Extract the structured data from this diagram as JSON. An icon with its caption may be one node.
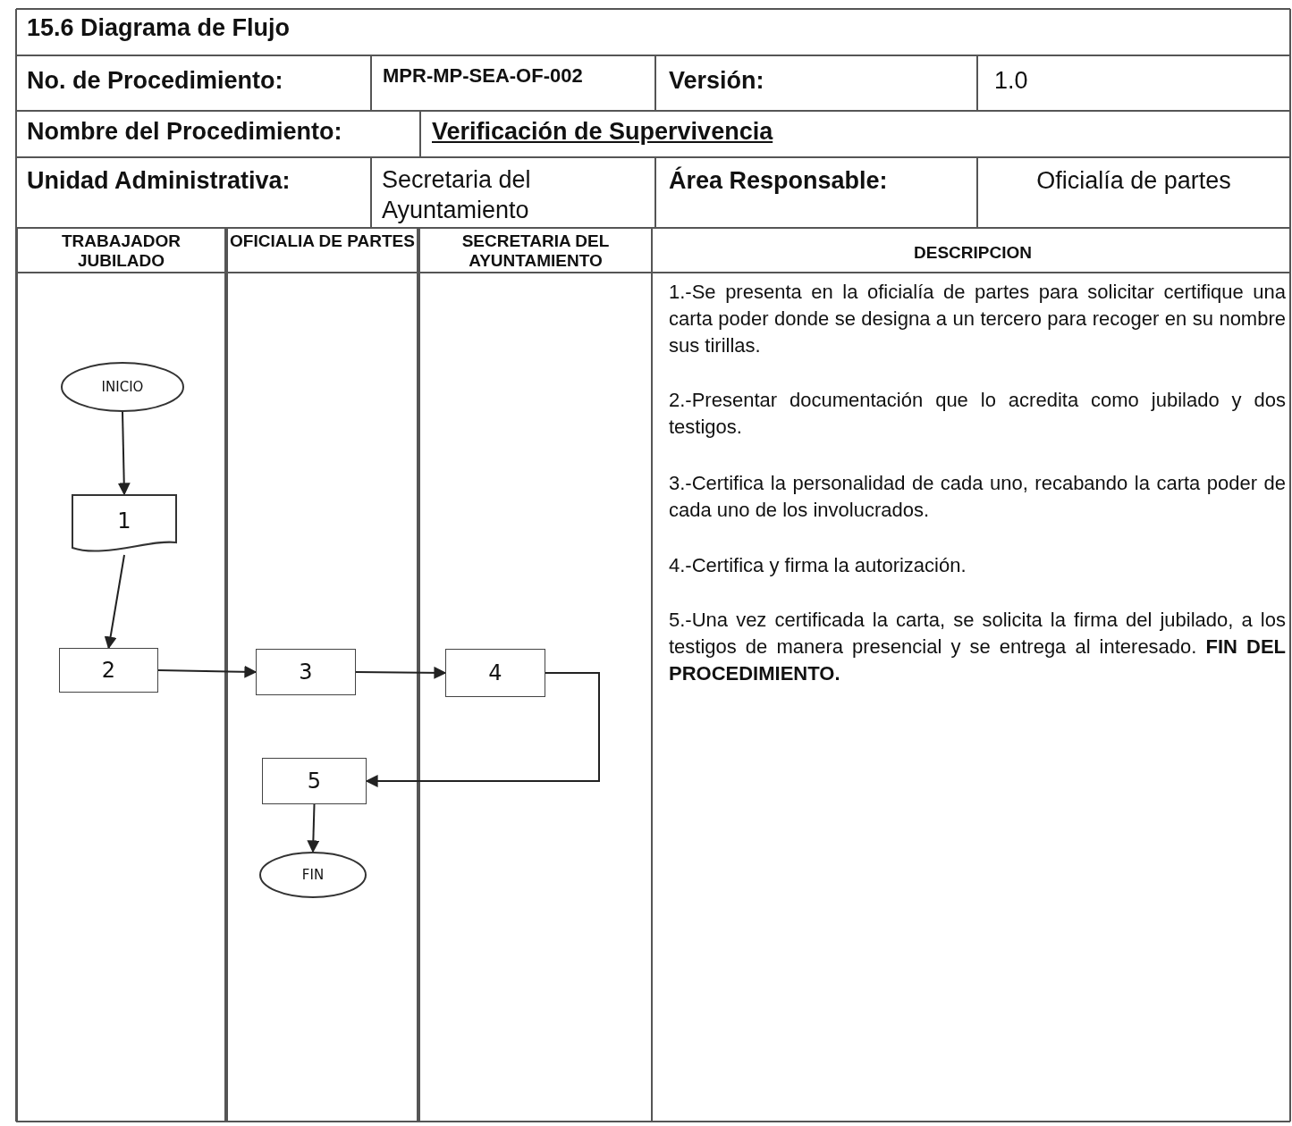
{
  "diagram": {
    "title": "15.6 Diagrama de Flujo",
    "nodes": [
      {
        "text": [
          "TRABAJADOR JUBILADO"
        ]
      },
      {
        "text": [
          "OFICIALIA DE PARTES"
        ]
      },
      {
        "text": [
          "SECRETARIA DEL AYUNTAMIENTO"
        ]
      },
      {
        "text": [
          "INICIO"
        ],
        "in": 0
      },
      {
        "text": [
          "1"
        ],
        "in": 0
      },
      {
        "text": [
          "2"
        ],
        "in": 0
      },
      {
        "text": [
          "3"
        ],
        "in": 1
      },
      {
        "text": [
          "4"
        ],
        "in": 2
      },
      {
        "text": [
          "5"
        ],
        "in": 1
      },
      {
        "text": [
          "FIN"
        ],
        "in": 1
      }
    ],
    "edges": [
      {
        "from": 3,
        "to": 4,
        "arrow": "to"
      },
      {
        "from": 4,
        "to": 5,
        "arrow": "to"
      },
      {
        "from": 5,
        "to": 6,
        "arrow": "to"
      },
      {
        "from": 6,
        "to": 7,
        "arrow": "to"
      },
      {
        "from": 7,
        "to": 8,
        "arrow": "to"
      },
      {
        "from": 8,
        "to": 9,
        "arrow": "to"
      }
    ],
    "labels": [
      "No. de Procedimiento:",
      "MPR-MP-SEA-OF-002",
      "Versión:",
      "1.0",
      "Nombre del Procedimiento:",
      "Verificación de Supervivencia",
      "Unidad Administrativa:",
      "Secretaria del Ayuntamiento",
      "Área Responsable:",
      "Oficialía de partes",
      "DESCRIPCION",
      "1.-Se presenta en la oficialía de partes para solicitar certifique una carta poder donde se designa a un tercero para recoger en su nombre sus tirillas.",
      "2.-Presentar documentación que lo acredita como jubilado y dos testigos.",
      "3.-Certifica la personalidad de cada uno, recabando la carta poder de cada uno de los involucrados.",
      "4.-Certifica y firma la autorización.",
      "5.-Una vez certificada la carta, se solicita la firma del jubilado, a los testigos de manera presencial y se entrega al interesado. **FIN DEL PROCEDIMIENTO.**"
    ]
  }
}
